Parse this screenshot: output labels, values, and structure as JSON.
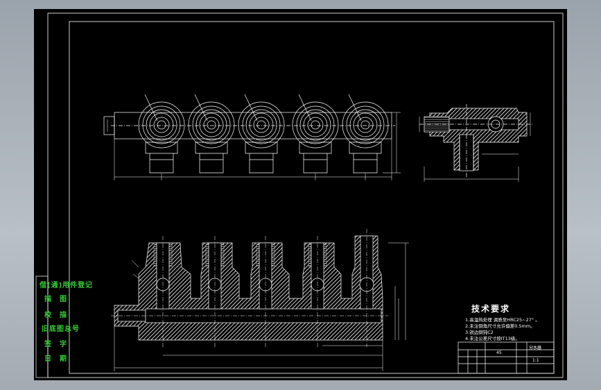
{
  "colors": {
    "viewport_bg": "#9aa2ab",
    "drawing_bg": "#000000",
    "line": "#ffffff",
    "sidebar_text": "#33cc33"
  },
  "sidebar": {
    "items": [
      "借(通)用件登记",
      "描　图",
      "校　描",
      "旧底图总号",
      "签　字",
      "日　期"
    ]
  },
  "tech_requirements": {
    "title": "技术要求",
    "lines": [
      "1.高温热处理  调质至HRC25~27° 。",
      "2.未注倒角尺寸允许偏差0.5mm。",
      "3.锐边倒钝C2",
      "4.未注公差尺寸按IT13级。"
    ]
  },
  "title_block": {
    "cells": [
      "45",
      "分水器",
      "1:1"
    ]
  }
}
